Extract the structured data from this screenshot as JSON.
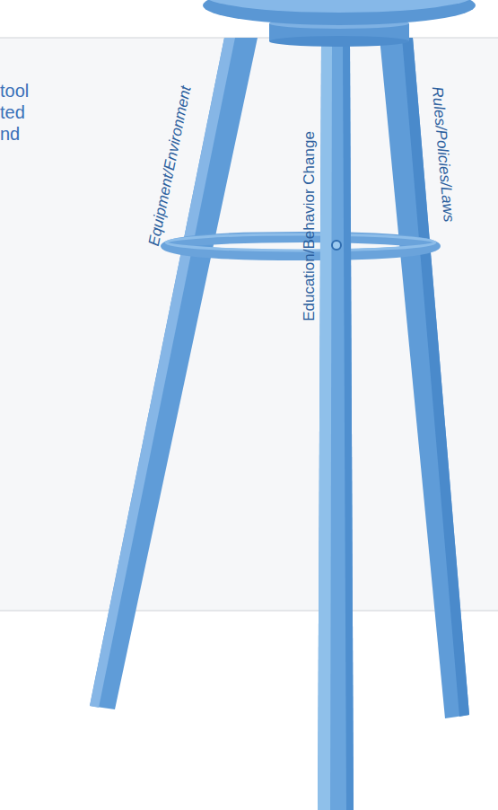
{
  "diagram": {
    "labels": [
      "tool",
      "ted",
      "nd",
      "Equipment/Environment",
      "Education/Behavior Change",
      "Rules/Policies/Laws"
    ]
  }
}
